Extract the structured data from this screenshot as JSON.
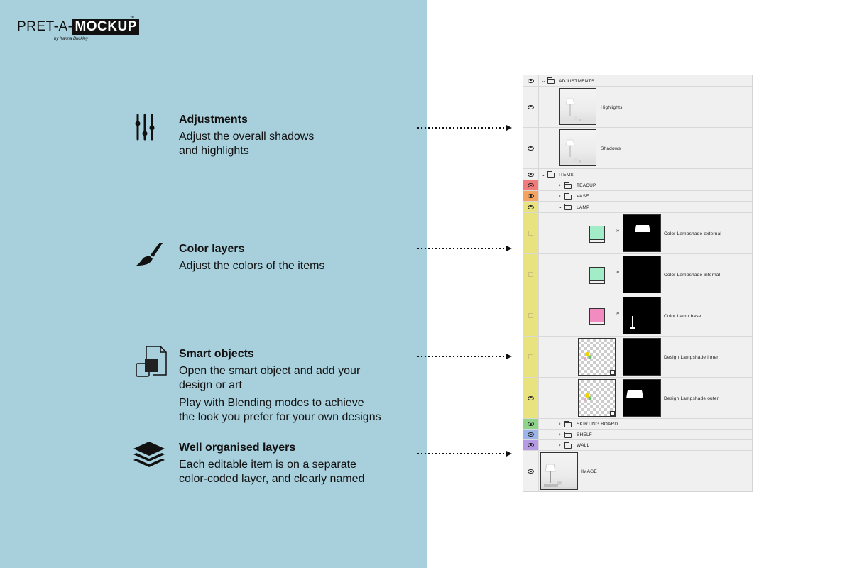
{
  "logo": {
    "pre": "PRET-A-",
    "mock": "MOCKUP",
    "tm": "™",
    "byline": "by Karina Buckley"
  },
  "features": [
    {
      "title": "Adjustments",
      "desc_lines": [
        "Adjust the overall shadows",
        "and highlights"
      ],
      "icon": "sliders-icon"
    },
    {
      "title": "Color layers",
      "desc_lines": [
        "Adjust the colors of the items"
      ],
      "icon": "paintbrush-icon"
    },
    {
      "title": "Smart objects",
      "desc_lines": [
        "Open the smart object and add your",
        "design or art",
        "Play with Blending modes to achieve",
        "the look you prefer for your own designs"
      ],
      "icon": "smart-object-icon"
    },
    {
      "title": "Well organised layers",
      "desc_lines": [
        "Each editable item is on a separate",
        "color-coded layer, and clearly named"
      ],
      "icon": "layers-icon"
    }
  ],
  "layers": {
    "adjustments_group": "ADJUSTMENTS",
    "highlights": "Highlights",
    "shadows": "Shadows",
    "items_group": "ITEMS",
    "teacup": "TEACUP",
    "vase": "VASE",
    "lamp": "LAMP",
    "color_lampshade_external": "Color Lampshade external",
    "color_lampshade_internal": "Color Lampshade internal",
    "color_lamp_base": "Color Lamp base",
    "design_lampshade_inner": "Design Lampshade inner",
    "design_lampshade_outer": "Design Lampshade outer",
    "skirting_board": "SKIRTING BOARD",
    "shelf": "SHELF",
    "wall": "WALL",
    "image": "IMAGE"
  },
  "colors": {
    "panel_blue": "#a8cfdc",
    "tag_red": "#ef7b7b",
    "tag_orange": "#f4a460",
    "tag_yellow": "#e8e27f",
    "tag_green": "#8fd48a",
    "tag_blue": "#9bb4ea",
    "tag_violet": "#b69ae4",
    "swatch_mint": "#a3ecc8",
    "swatch_pink": "#f28cc0"
  }
}
